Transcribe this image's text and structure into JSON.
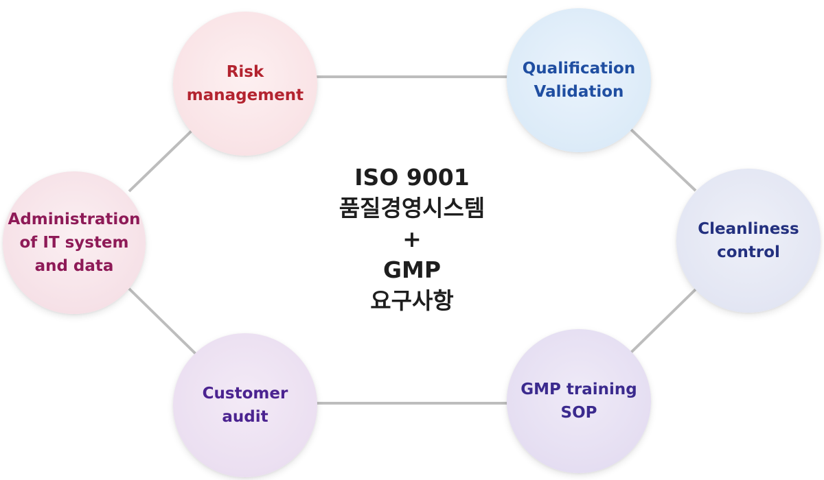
{
  "center": {
    "line1": "ISO 9001",
    "line2": "품질경영시스템",
    "plus": "+",
    "line3": "GMP",
    "line4": "요구사항"
  },
  "nodes": {
    "risk": {
      "label": "Risk\nmanagement",
      "color": "#b3232f"
    },
    "qualification": {
      "label": "Qualification\nValidation",
      "color": "#1f4ea1"
    },
    "cleanliness": {
      "label": "Cleanliness\ncontrol",
      "color": "#23307f"
    },
    "gmp_training": {
      "label": "GMP training\nSOP",
      "color": "#3b2a8e"
    },
    "customer_audit": {
      "label": "Customer\naudit",
      "color": "#4b2390"
    },
    "it_admin": {
      "label": "Administration\nof IT system\nand data",
      "color": "#8e1a57"
    }
  },
  "connector_color": "#bdbdbd"
}
